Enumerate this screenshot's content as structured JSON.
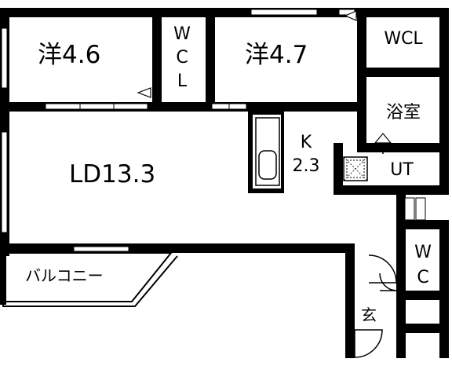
{
  "rooms": {
    "western_room_a": "洋4.6",
    "western_room_b": "洋4.7",
    "toilet_upper": [
      "W",
      "C",
      "L"
    ],
    "walk_in_closet": "WCL",
    "living_dining": "LD13.3",
    "kitchen_letter": "K",
    "kitchen_size": "2.3",
    "bathroom": "浴室",
    "utility": "UT",
    "toilet_lower": [
      "W",
      "C"
    ],
    "balcony": "バルコニー",
    "entrance": "玄"
  },
  "colors": {
    "wall": "#000000",
    "floor": "#ffffff",
    "line": "#000000"
  }
}
